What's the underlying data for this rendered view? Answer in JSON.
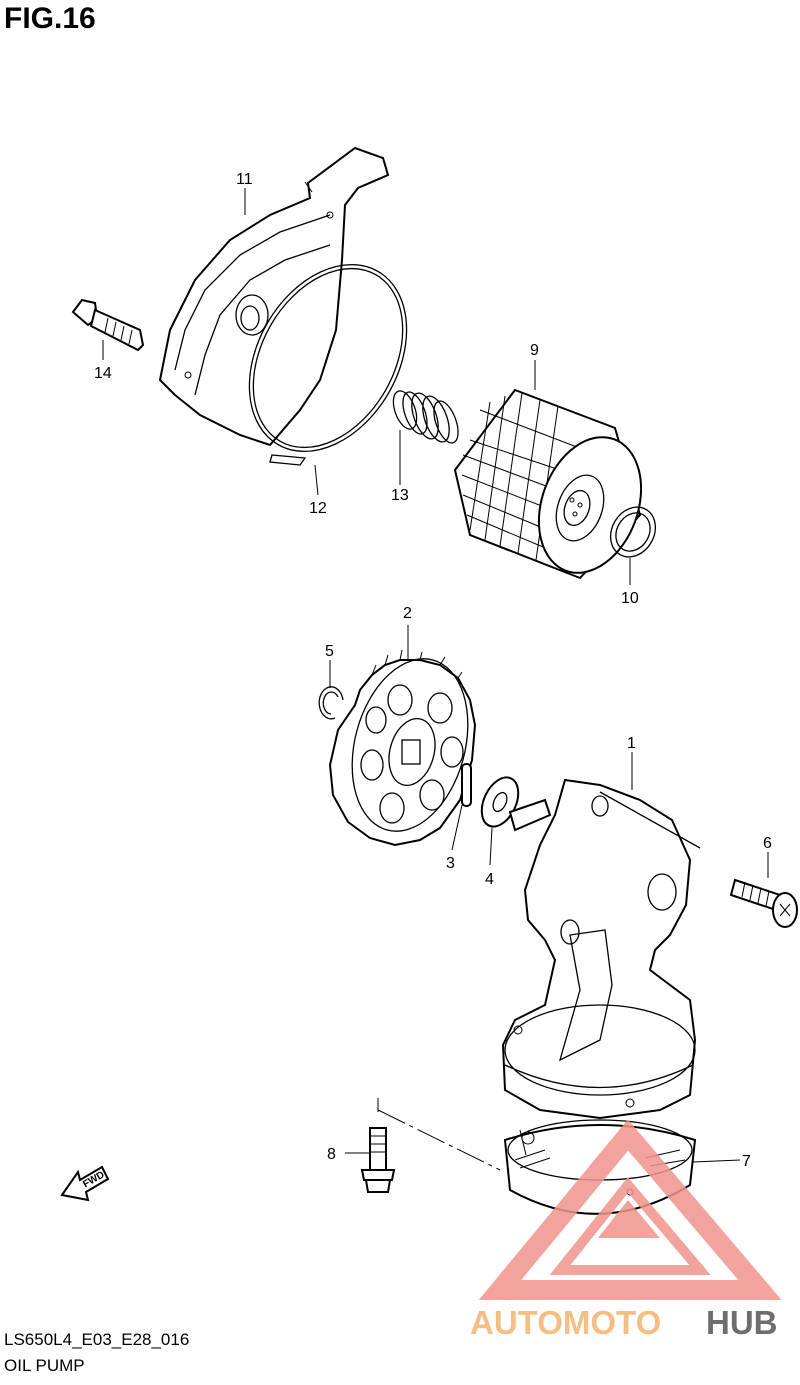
{
  "figure": {
    "title": "FIG.16"
  },
  "footer": {
    "code": "LS650L4_E03_E28_016",
    "name": "OIL PUMP"
  },
  "callouts": {
    "c1": "1",
    "c2": "2",
    "c3": "3",
    "c4": "4",
    "c5": "5",
    "c6": "6",
    "c7": "7",
    "c8": "8",
    "c9": "9",
    "c10": "10",
    "c11": "11",
    "c12": "12",
    "c13": "13",
    "c14": "14"
  },
  "fwd_arrow": {
    "label": "FWD"
  },
  "watermark": {
    "text_part1": "AUTOMOTO",
    "text_part2": "HUB",
    "colors": {
      "primary": "#f2948c",
      "secondary": "#f5c078",
      "dark": "#555555"
    }
  }
}
